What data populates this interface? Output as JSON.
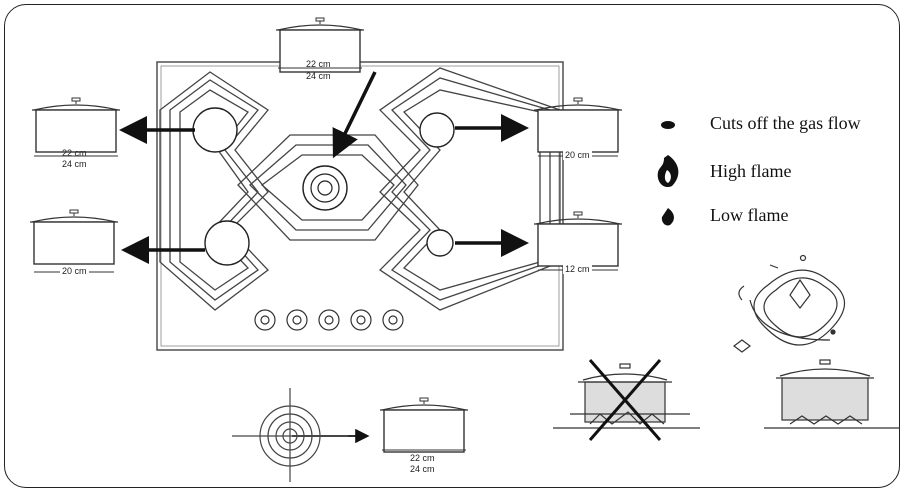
{
  "pot_labels": {
    "top": {
      "line1": "22 cm",
      "line2": "24 cm"
    },
    "left_top": {
      "line1": "22 cm",
      "line2": "24 cm"
    },
    "left_bottom": {
      "line1": "20 cm"
    },
    "right_top": {
      "line1": "20 cm"
    },
    "right_bottom": {
      "line1": "12 cm"
    },
    "bottom_center": {
      "line1": "22 cm",
      "line2": "24 cm"
    }
  },
  "legend": {
    "off": "Cuts off the gas flow",
    "high": "High flame",
    "low": "Low flame"
  }
}
